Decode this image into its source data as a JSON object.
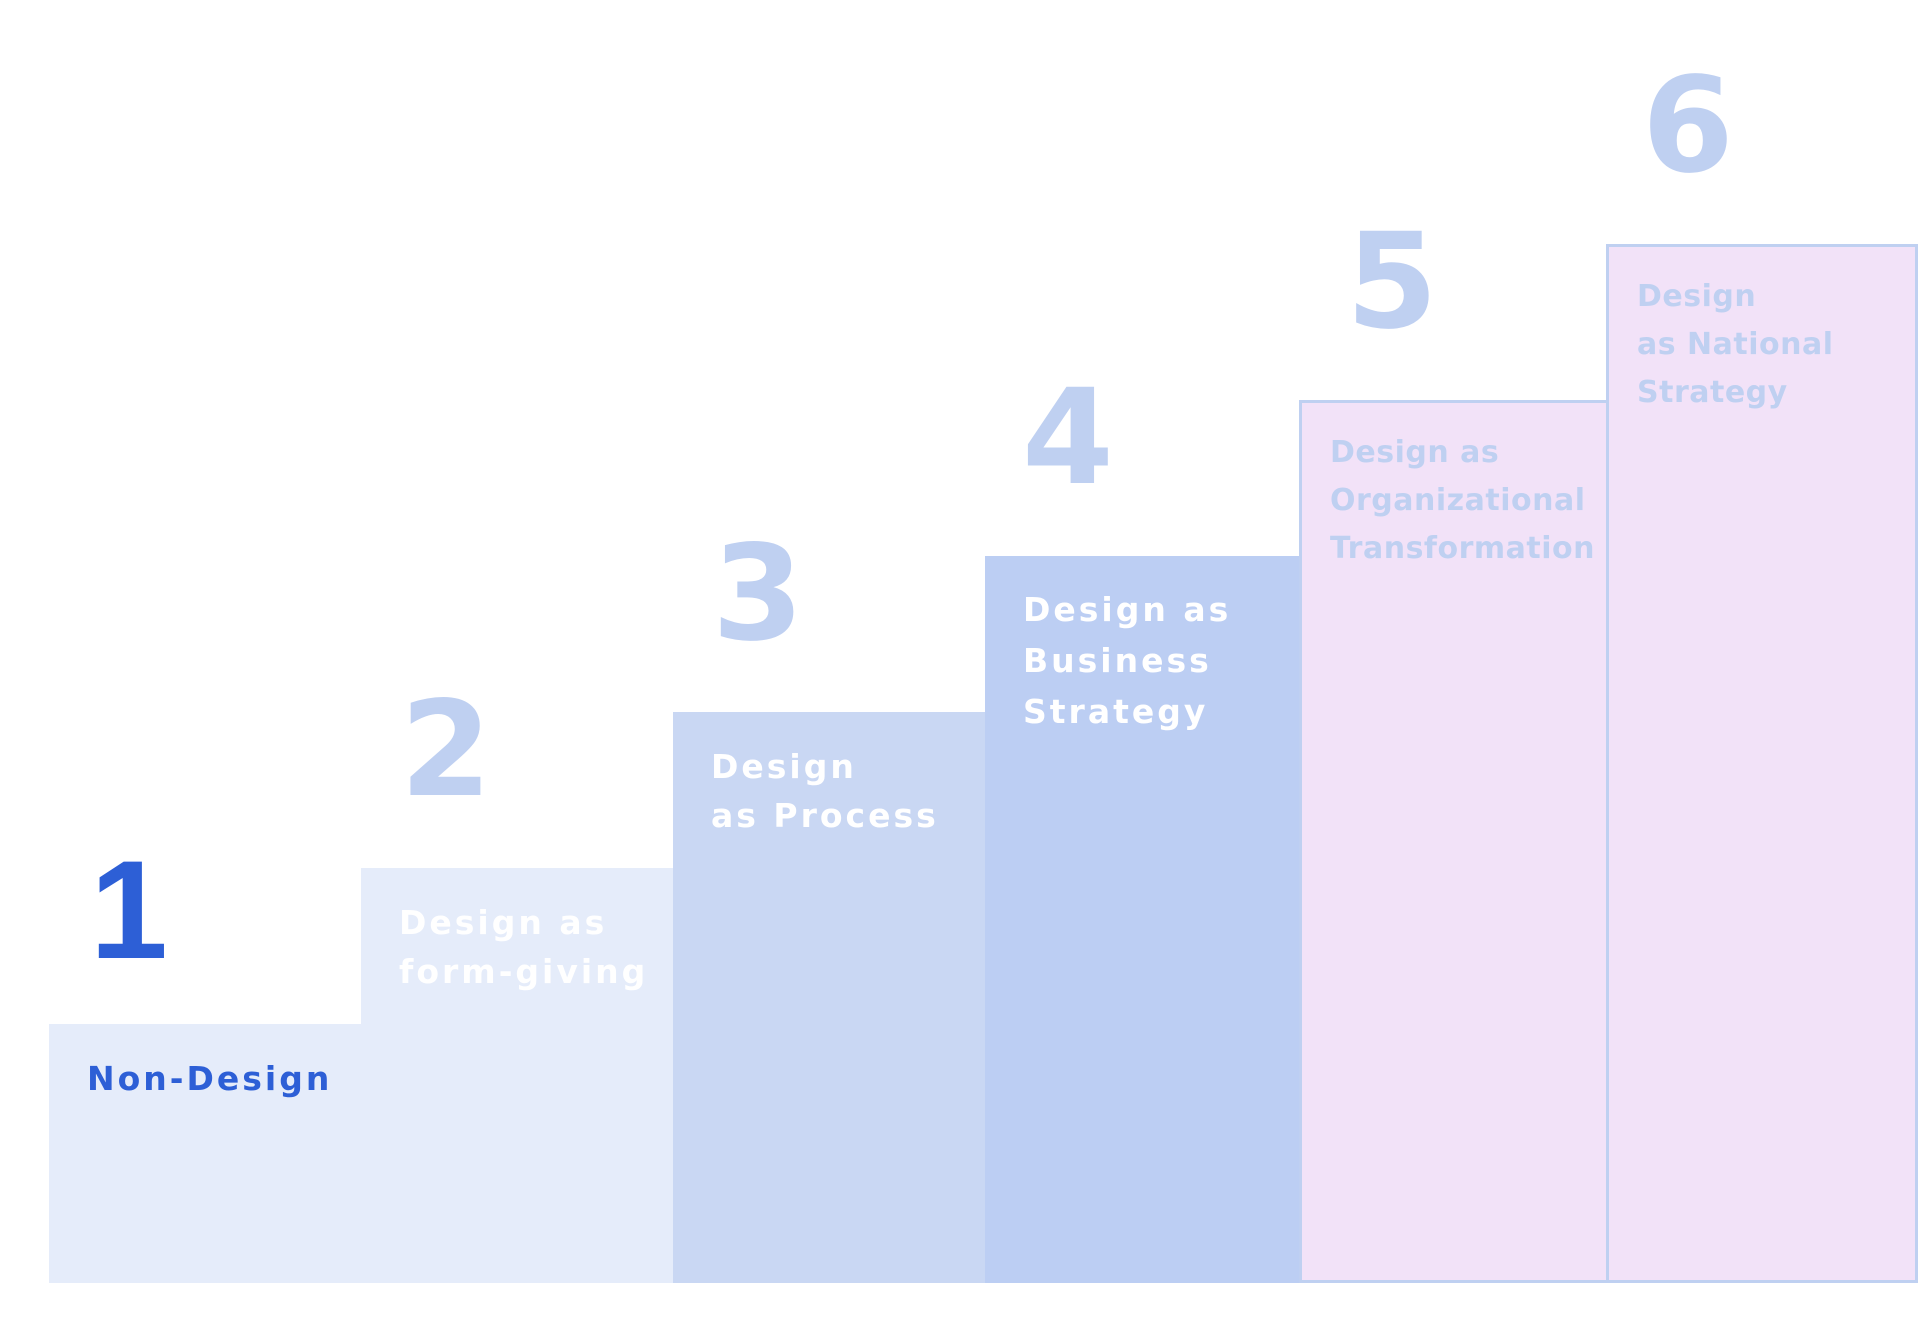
{
  "diagram": {
    "steps": [
      {
        "number": "1",
        "label": "Non-Design"
      },
      {
        "number": "2",
        "label": "Design as\nform-giving"
      },
      {
        "number": "3",
        "label": "Design\nas Process"
      },
      {
        "number": "4",
        "label": "Design as\nBusiness\nStrategy"
      },
      {
        "number": "5",
        "label": "Design as\nOrganizational\nTransformation"
      },
      {
        "number": "6",
        "label": "Design\nas National\nStrategy"
      }
    ],
    "colors": {
      "active_text": "#2d5fd6",
      "number_muted": "#bfd0f1",
      "step1_fill": "#e5ecfa",
      "step2_fill": "#e5ecfa",
      "step3_fill": "#c9d7f3",
      "step4_fill": "#bccef3",
      "step56_fill": "#f2e2f8",
      "step56_border": "#bfd0f1"
    }
  }
}
